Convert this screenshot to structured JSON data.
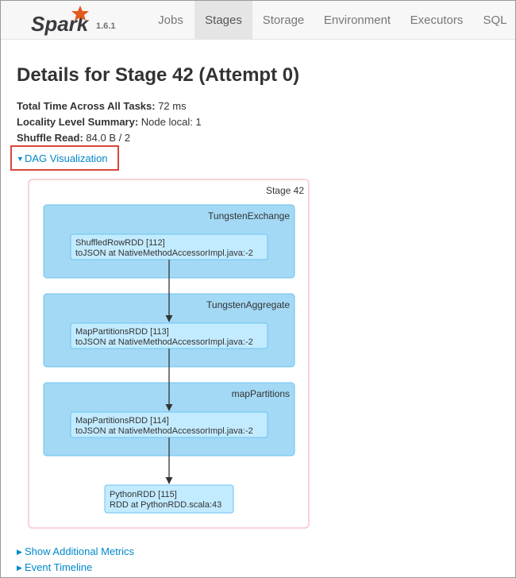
{
  "nav": {
    "brand": "Spark",
    "version": "1.6.1",
    "items": [
      {
        "label": "Jobs"
      },
      {
        "label": "Stages"
      },
      {
        "label": "Storage"
      },
      {
        "label": "Environment"
      },
      {
        "label": "Executors"
      },
      {
        "label": "SQL"
      }
    ]
  },
  "page": {
    "title": "Details for Stage 42 (Attempt 0)",
    "summary": [
      {
        "label": "Total Time Across All Tasks:",
        "value": " 72 ms"
      },
      {
        "label": "Locality Level Summary:",
        "value": " Node local: 1"
      },
      {
        "label": "Shuffle Read:",
        "value": " 84.0 B / 2"
      }
    ]
  },
  "dag": {
    "toggle_label": "DAG Visualization",
    "stage_label": "Stage 42",
    "clusters": [
      {
        "name": "TungstenExchange",
        "rdd_line1": "ShuffledRowRDD [112]",
        "rdd_line2": "toJSON at NativeMethodAccessorImpl.java:-2"
      },
      {
        "name": "TungstenAggregate",
        "rdd_line1": "MapPartitionsRDD [113]",
        "rdd_line2": "toJSON at NativeMethodAccessorImpl.java:-2"
      },
      {
        "name": "mapPartitions",
        "rdd_line1": "MapPartitionsRDD [114]",
        "rdd_line2": "toJSON at NativeMethodAccessorImpl.java:-2"
      }
    ],
    "final_node": {
      "line1": "PythonRDD [115]",
      "line2": "RDD at PythonRDD.scala:43"
    }
  },
  "links": {
    "additional_metrics": "Show Additional Metrics",
    "event_timeline": "Event Timeline"
  },
  "colors": {
    "link": "#0088cc",
    "highlight_border": "#d9463a",
    "stage_border": "#f5c6cb",
    "cluster_fill": "#a3d9f5",
    "cluster_stroke": "#6ec3ee",
    "node_fill": "#c3ebff",
    "node_stroke": "#6ec3ee"
  }
}
